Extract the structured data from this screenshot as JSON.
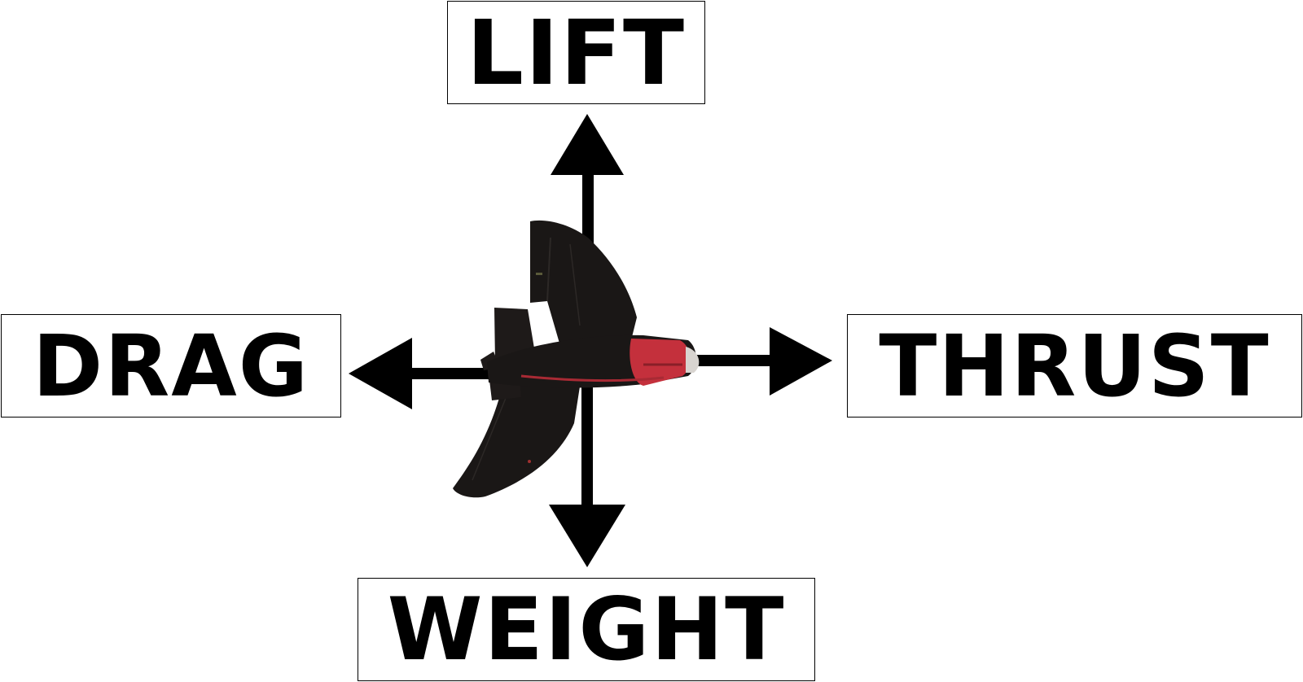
{
  "forces": {
    "lift": "LIFT",
    "drag": "DRAG",
    "thrust": "THRUST",
    "weight": "WEIGHT"
  },
  "colors": {
    "arrow": "#000000",
    "airframe": "#1a1716",
    "nose_cone": "#c4303c",
    "spinner": "#d8d4d0"
  },
  "icons": {
    "aircraft": "flying-wing-plane-icon"
  }
}
